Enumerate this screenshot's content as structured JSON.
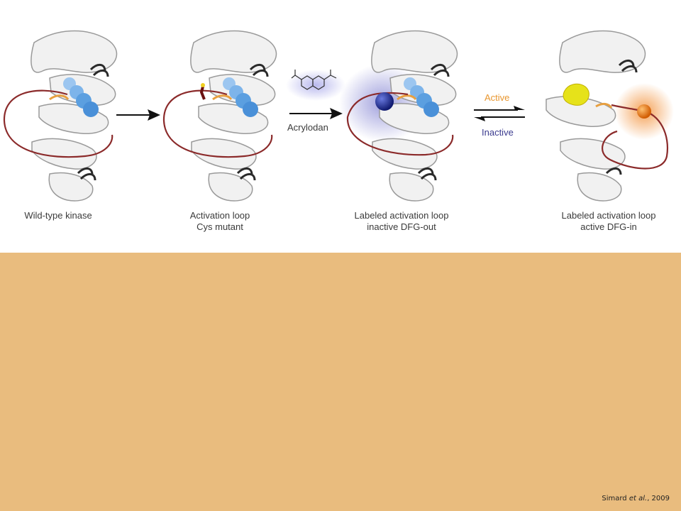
{
  "panels": [
    {
      "caption_lines": [
        "Wild-type kinase"
      ]
    },
    {
      "caption_lines": [
        "Activation loop",
        "Cys mutant"
      ]
    },
    {
      "caption_lines": [
        "Labeled activation loop",
        "inactive DFG-out"
      ]
    },
    {
      "caption_lines": [
        "Labeled activation loop",
        "active DFG-in"
      ]
    }
  ],
  "reagent_label": "Acrylodan",
  "equilibrium": {
    "forward_label": "Active",
    "reverse_label": "Inactive"
  },
  "citation": {
    "author": "Simard ",
    "etal": "et al.",
    "year": ", 2009"
  },
  "colors": {
    "background": "#e9bc7e",
    "loop": "#8b2a2a",
    "active_label": "#e8962e",
    "inactive_label": "#3b3b8f",
    "dfg_out_probe": "#1f2f8f",
    "dfg_in_probe": "#f07a10",
    "pocket_ligand": "#e6e21a",
    "inhibitor": "#5b9fe0"
  }
}
